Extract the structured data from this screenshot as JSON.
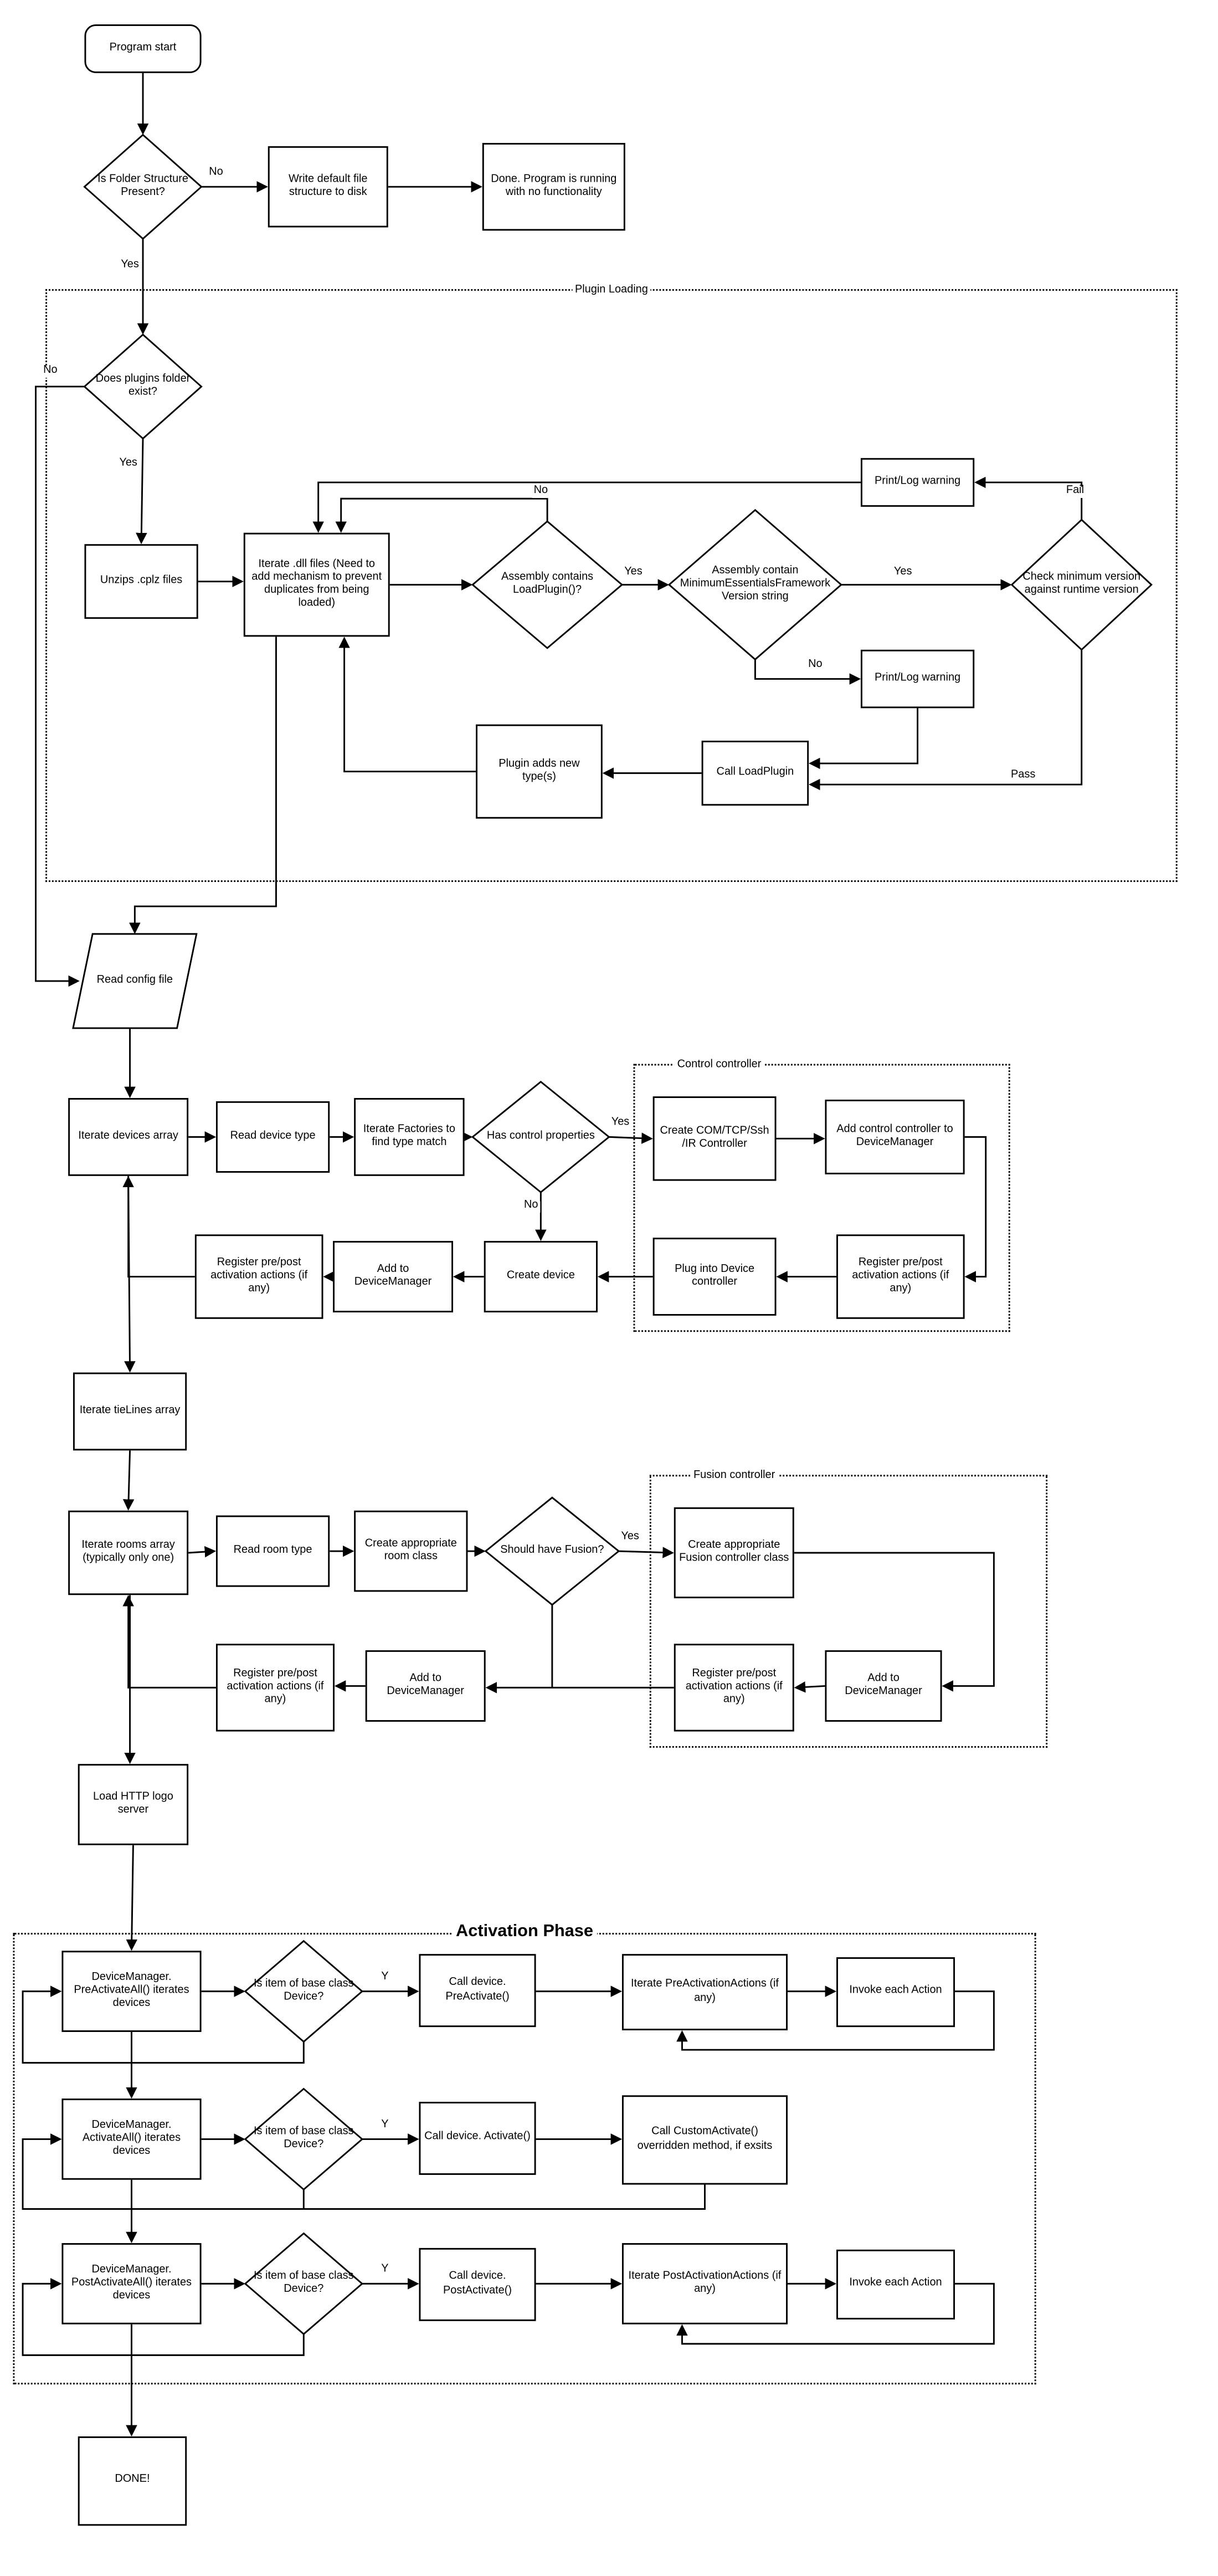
{
  "colors": {
    "stroke": "#000000",
    "fill": "#ffffff",
    "text": "#000000"
  },
  "containers": {
    "plugin_loading": "Plugin Loading",
    "control_controller": "Control controller",
    "fusion_controller": "Fusion controller",
    "activation_phase": "Activation Phase"
  },
  "labels": {
    "no_folder": "No",
    "yes_folder": "Yes",
    "no_plugins": "No",
    "yes_plugins": "Yes",
    "no_loadplugin": "No",
    "yes_loadplugin": "Yes",
    "yes_minver": "Yes",
    "no_minver": "No",
    "fail": "Fail",
    "pass": "Pass",
    "yes_control": "Yes",
    "no_control": "No",
    "yes_fusion": "Yes",
    "y_pre": "Y",
    "y_act": "Y",
    "y_post": "Y"
  },
  "nodes": {
    "program_start": {
      "text": "Program start"
    },
    "folder_structure": {
      "text": "Is Folder Structure Present?"
    },
    "write_default": {
      "text": "Write default file structure to disk"
    },
    "done_nofunc": {
      "text": "Done.  Program is running with no functionality"
    },
    "plugins_folder": {
      "text": "Does plugins folder exist?"
    },
    "unzip": {
      "text": "Unzips .cplz files"
    },
    "iterate_dll": {
      "text": "Iterate .dll files (Need to add mechanism to prevent duplicates from being loaded)"
    },
    "asm_loadplugin": {
      "text": "Assembly contains LoadPlugin()?"
    },
    "asm_minver": {
      "text": "Assembly contain MinimumEssentialsFrameworkVersion string"
    },
    "check_minver": {
      "text": "Check minimum version against runtime version"
    },
    "warn_fail": {
      "text": "Print/Log warning"
    },
    "warn_nover": {
      "text": "Print/Log warning"
    },
    "call_loadplugin": {
      "text": "Call LoadPlugin"
    },
    "plugin_adds": {
      "text": "Plugin adds new type(s)"
    },
    "read_config": {
      "text": "Read config file"
    },
    "iterate_devices": {
      "text": "Iterate devices array"
    },
    "read_device_type": {
      "text": "Read device type"
    },
    "iterate_factories": {
      "text": "Iterate Factories to find type match"
    },
    "has_control": {
      "text": "Has control properties"
    },
    "create_com": {
      "text": "Create COM/TCP/Ssh /IR Controller"
    },
    "add_ctrl_dm": {
      "text": "Add control controller to DeviceManager"
    },
    "reg_ctrl": {
      "text": "Register pre/post activation actions (if any)"
    },
    "plug_into": {
      "text": "Plug into Device controller"
    },
    "create_device": {
      "text": "Create device"
    },
    "add_dm1": {
      "text": "Add to DeviceManager"
    },
    "reg_act1": {
      "text": "Register pre/post activation actions (if any)"
    },
    "iterate_tielines": {
      "text": "Iterate tieLines array"
    },
    "iterate_rooms": {
      "text": "Iterate rooms array (typically only one)"
    },
    "read_room": {
      "text": "Read room type"
    },
    "create_room": {
      "text": "Create appropriate room class"
    },
    "should_fusion": {
      "text": "Should have Fusion?"
    },
    "create_fusion": {
      "text": "Create appropriate Fusion controller class"
    },
    "reg_fusion": {
      "text": "Register pre/post activation actions (if any)"
    },
    "add_dm_fusion": {
      "text": "Add to DeviceManager"
    },
    "add_dm2": {
      "text": "Add to DeviceManager"
    },
    "reg_act2": {
      "text": "Register pre/post activation actions (if any)"
    },
    "load_http": {
      "text": "Load HTTP logo server"
    },
    "pre_activate_all": {
      "text": "DeviceManager. PreActivateAll() iterates devices"
    },
    "is_base1": {
      "text": "Is item of base class Device?"
    },
    "call_preactivate": {
      "text": "Call device. PreActivate()"
    },
    "iterate_preact": {
      "text": "Iterate PreActivationActions (if any)"
    },
    "invoke1": {
      "text": "Invoke each Action"
    },
    "activate_all": {
      "text": "DeviceManager. ActivateAll() iterates devices"
    },
    "is_base2": {
      "text": "Is item of base class Device?"
    },
    "call_activate": {
      "text": "Call device. Activate()"
    },
    "call_custom": {
      "text": "Call CustomActivate() overridden method, if exsits"
    },
    "post_activate_all": {
      "text": "DeviceManager. PostActivateAll() iterates devices"
    },
    "is_base3": {
      "text": "Is item of base class Device?"
    },
    "call_postactivate": {
      "text": "Call device. PostActivate()"
    },
    "iterate_postact": {
      "text": "Iterate PostActivationActions (if any)"
    },
    "invoke2": {
      "text": "Invoke each Action"
    },
    "done": {
      "text": "DONE!"
    }
  }
}
